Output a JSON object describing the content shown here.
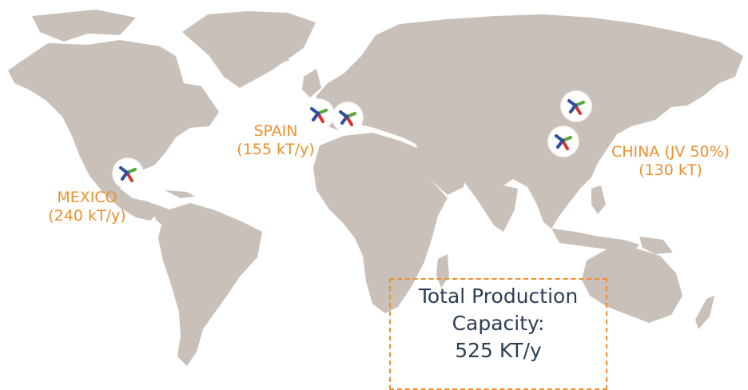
{
  "locations": {
    "mexico": {
      "name": "MEXICO",
      "capacity": "(240 kT/y)"
    },
    "spain": {
      "name": "SPAIN",
      "capacity": "(155 kT/y)"
    },
    "china": {
      "name": "CHINA (JV 50%)",
      "capacity": "(130 kT)"
    }
  },
  "total": {
    "line1": "Total Production",
    "line2": "Capacity:",
    "line3": "525 KT/y"
  },
  "colors": {
    "land": "#c8c0b9",
    "label": "#ef8f2d",
    "total_text": "#2c3e55",
    "marker_blue": "#2e4e9e",
    "marker_green": "#5aa63c",
    "marker_red": "#d8322e"
  },
  "icons": [
    "plant-marker-icon"
  ]
}
